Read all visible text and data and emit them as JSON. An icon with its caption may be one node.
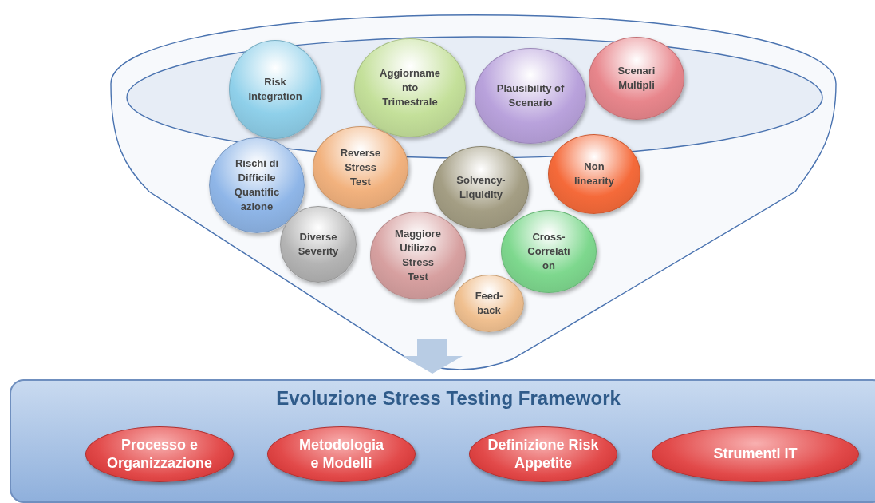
{
  "diagram": {
    "nodes": [
      {
        "text": [],
        "shape": "funnel"
      },
      {
        "text": [
          "Risk Integration"
        ],
        "in": 0
      },
      {
        "text": [
          "Aggiorname nto Trimestrale"
        ],
        "in": 0
      },
      {
        "text": [
          "Plausibility of Scenario"
        ],
        "in": 0
      },
      {
        "text": [
          "Scenari Multipli"
        ],
        "in": 0
      },
      {
        "text": [
          "Rischi di Difficile Quantific azione"
        ],
        "in": 0
      },
      {
        "text": [
          "Reverse Stress Test"
        ],
        "in": 0
      },
      {
        "text": [
          "Solvency- Liquidity"
        ],
        "in": 0
      },
      {
        "text": [
          "Non linearity"
        ],
        "in": 0
      },
      {
        "text": [
          "Diverse Severity"
        ],
        "in": 0
      },
      {
        "text": [
          "Maggiore Utilizzo Stress Test"
        ],
        "in": 0
      },
      {
        "text": [
          "Cross- Correlati on"
        ],
        "in": 0
      },
      {
        "text": [
          "Feed- back"
        ],
        "in": 0
      },
      {
        "text": [
          "Evoluzione Stress Testing Framework"
        ]
      },
      {
        "text": [
          "Processo e Organizzazione"
        ],
        "in": 13
      },
      {
        "text": [
          "Metodologia e Modelli"
        ],
        "in": 13
      },
      {
        "text": [
          "Definizione Risk Appetite"
        ],
        "in": 13
      },
      {
        "text": [
          "Strumenti IT"
        ],
        "in": 13
      }
    ]
  }
}
